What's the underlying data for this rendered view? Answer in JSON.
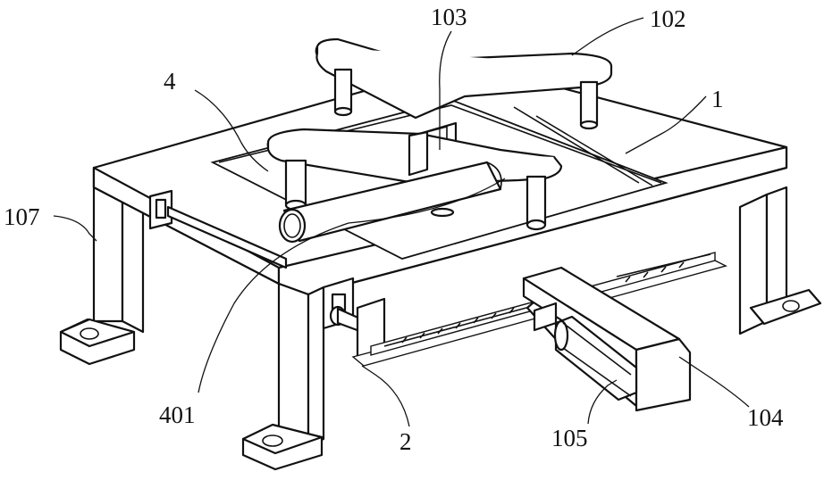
{
  "labels": {
    "l1": "1",
    "l2": "2",
    "l4": "4",
    "l102": "102",
    "l103": "103",
    "l104": "104",
    "l105": "105",
    "l107": "107",
    "l401": "401"
  }
}
